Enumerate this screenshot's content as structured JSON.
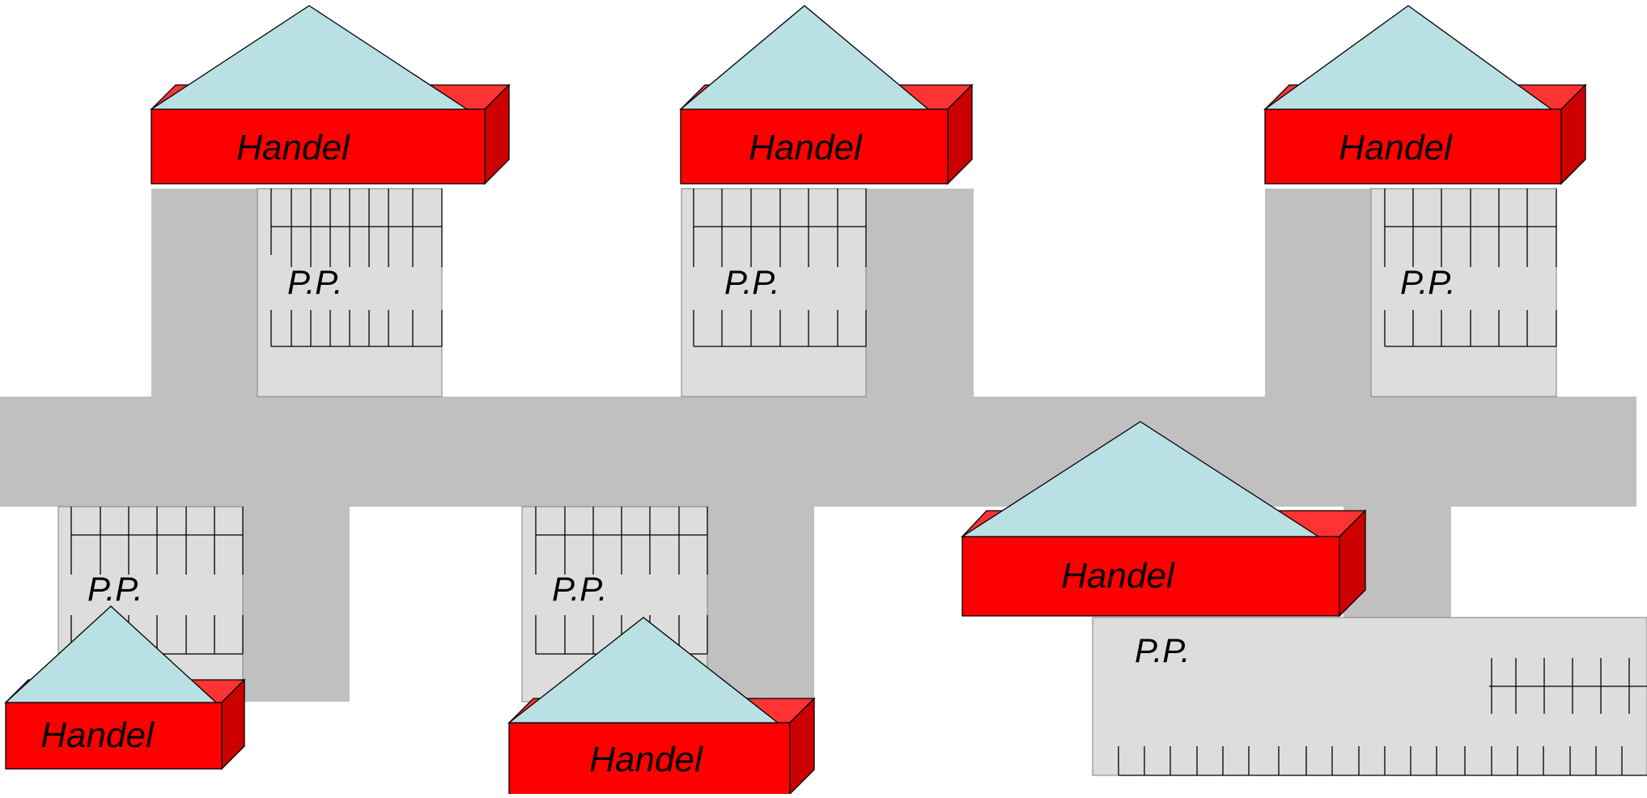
{
  "colors": {
    "road": "#c0c0c0",
    "parking_fill": "#dddddd",
    "roof": "#b9e0e3",
    "shop_front": "#ff0000",
    "shop_top": "#ff3333",
    "shop_side": "#cc0000",
    "outline": "#000000"
  },
  "shops": [
    {
      "id": "shop-1",
      "label": "Handel"
    },
    {
      "id": "shop-2",
      "label": "Handel"
    },
    {
      "id": "shop-3",
      "label": "Handel"
    },
    {
      "id": "shop-4",
      "label": "Handel"
    },
    {
      "id": "shop-5",
      "label": "Handel"
    },
    {
      "id": "shop-6",
      "label": "Handel"
    }
  ],
  "parking_lots": [
    {
      "id": "lot-1",
      "label": "P.P."
    },
    {
      "id": "lot-2",
      "label": "P.P."
    },
    {
      "id": "lot-3",
      "label": "P.P."
    },
    {
      "id": "lot-4",
      "label": "P.P."
    },
    {
      "id": "lot-5",
      "label": "P.P."
    },
    {
      "id": "lot-6",
      "label": "P.P."
    }
  ]
}
